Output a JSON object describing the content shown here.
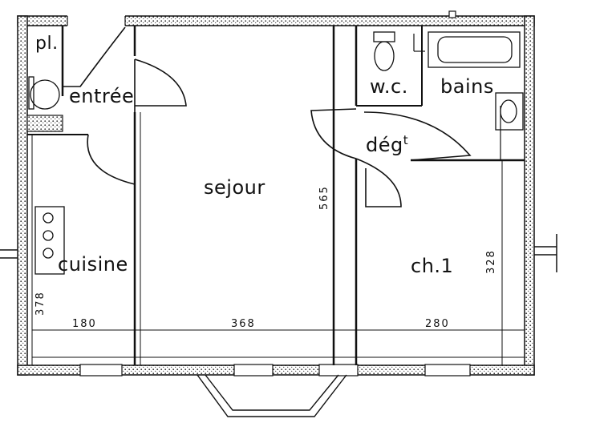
{
  "rooms": {
    "placard": "pl.",
    "entree": "entrée",
    "sejour": "sejour",
    "wc": "w.c.",
    "bains": "bains",
    "degagement": "dég",
    "degagement_sup": "t",
    "cuisine": "cuisine",
    "chambre": "ch.1"
  },
  "dimensions": {
    "cuisine_width": "180",
    "sejour_width": "368",
    "chambre_width": "280",
    "depth": "565",
    "chambre_depth": "328",
    "cuisine_depth": "378"
  }
}
